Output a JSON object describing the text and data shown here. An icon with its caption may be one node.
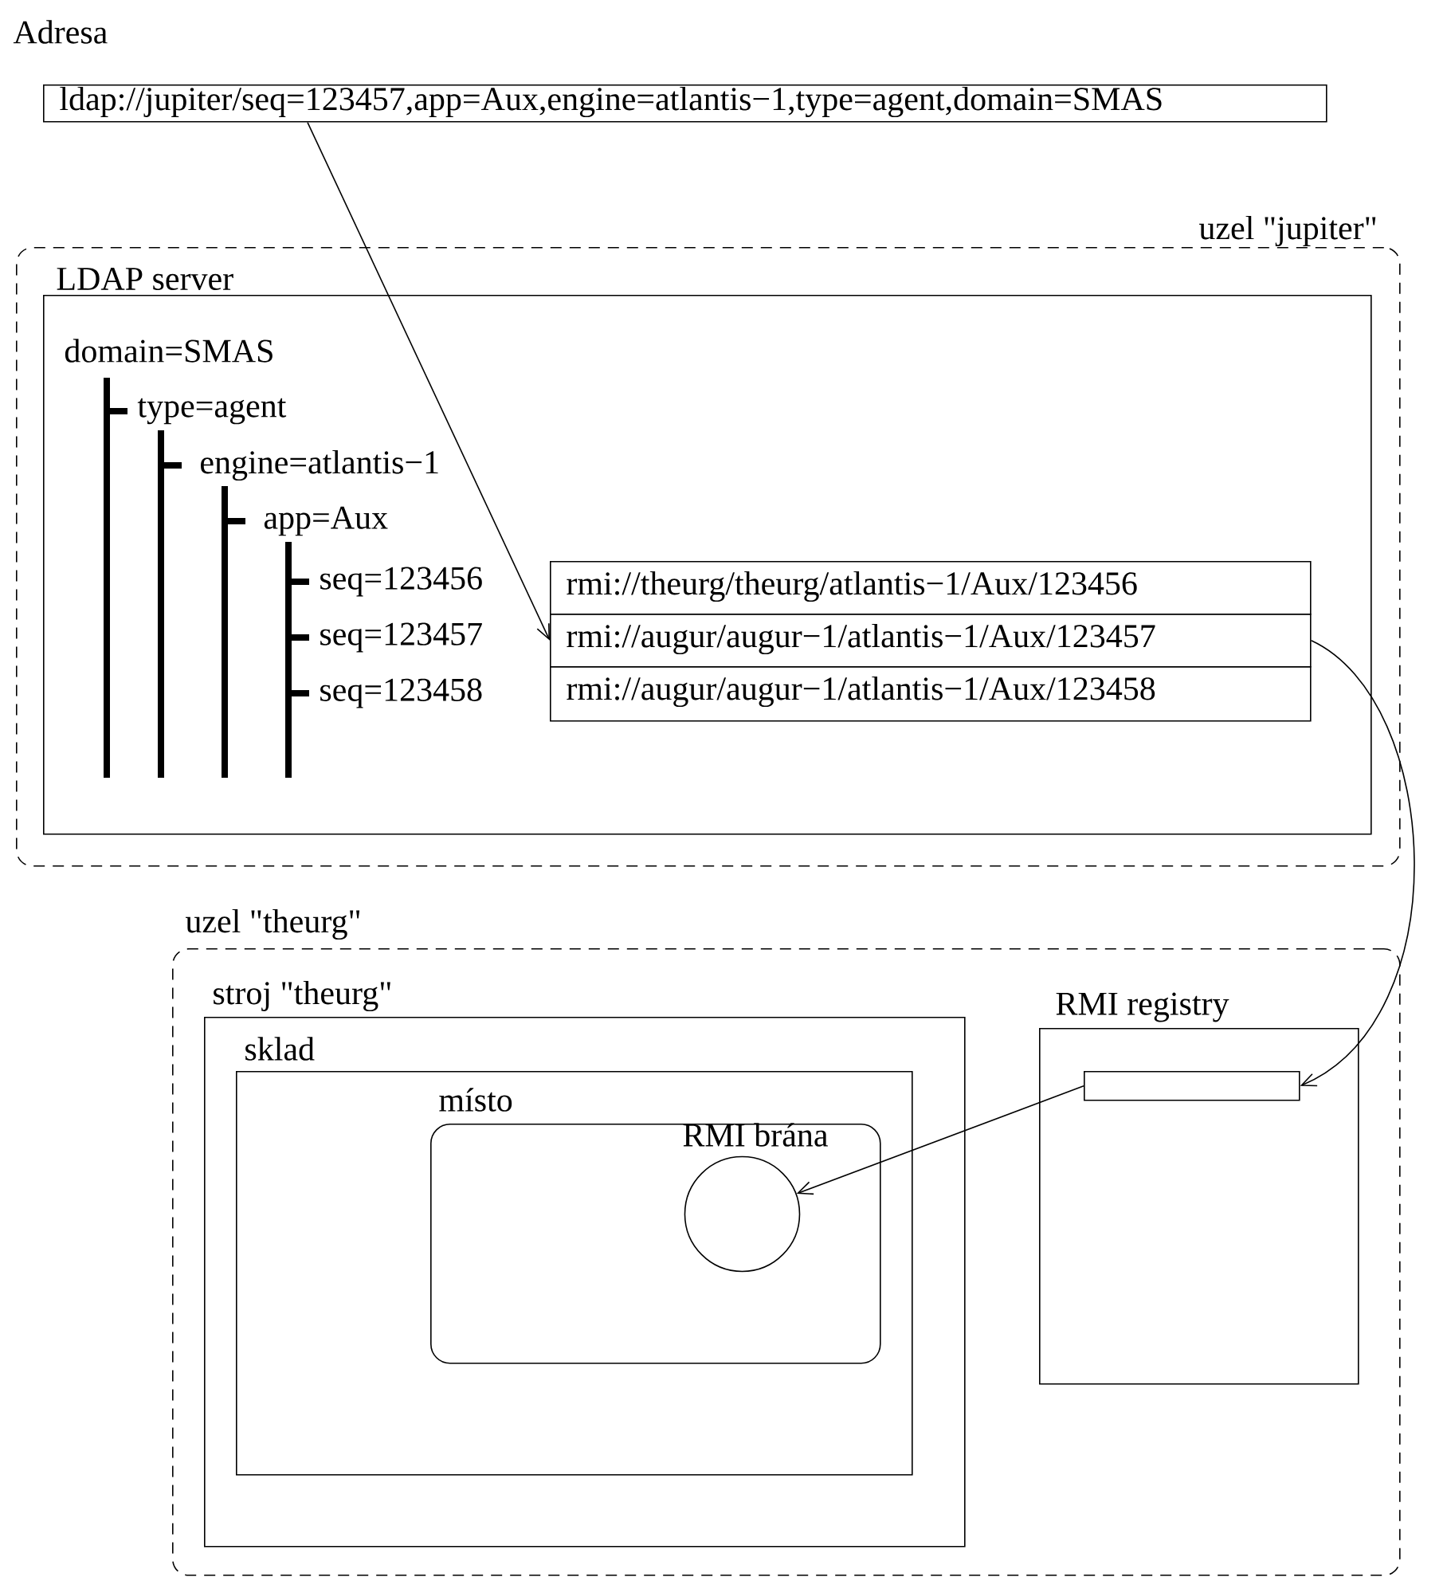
{
  "diagram": {
    "nodes": [
      {
        "text": [
          "Adresa",
          "ldap://jupiter/seq=123457,app=Aux,engine=atlantis−1,type=agent,domain=SMAS"
        ]
      },
      {
        "text": [
          "uzel \"jupiter\""
        ]
      },
      {
        "text": [
          "LDAP server"
        ],
        "in": 1
      },
      {
        "text": [
          "rmi://theurg/theurg/atlantis−1/Aux/123456"
        ],
        "in": 2
      },
      {
        "text": [
          "rmi://augur/augur−1/atlantis−1/Aux/123457"
        ],
        "in": 2
      },
      {
        "text": [
          "rmi://augur/augur−1/atlantis−1/Aux/123458"
        ],
        "in": 2
      },
      {
        "text": [
          "uzel \"theurg\""
        ]
      },
      {
        "text": [
          "stroj \"theurg\""
        ],
        "in": 6
      },
      {
        "text": [
          "sklad"
        ],
        "in": 7
      },
      {
        "text": [
          "místo"
        ],
        "in": 8
      },
      {
        "text": [
          "RMI brána"
        ],
        "in": 9
      },
      {
        "text": [
          "RMI registry"
        ],
        "in": 6
      },
      {
        "text": [],
        "shape": "box",
        "in": 11
      }
    ],
    "edges": [
      {
        "from": 0,
        "to": 4,
        "arrow": "to"
      },
      {
        "from": 4,
        "to": 12,
        "arrow": "to"
      },
      {
        "from": 12,
        "to": 10,
        "arrow": "to"
      }
    ],
    "labels": [
      "domain=SMAS",
      "type=agent",
      "engine=atlantis−1",
      "app=Aux",
      "seq=123456",
      "seq=123457",
      "seq=123458"
    ]
  }
}
